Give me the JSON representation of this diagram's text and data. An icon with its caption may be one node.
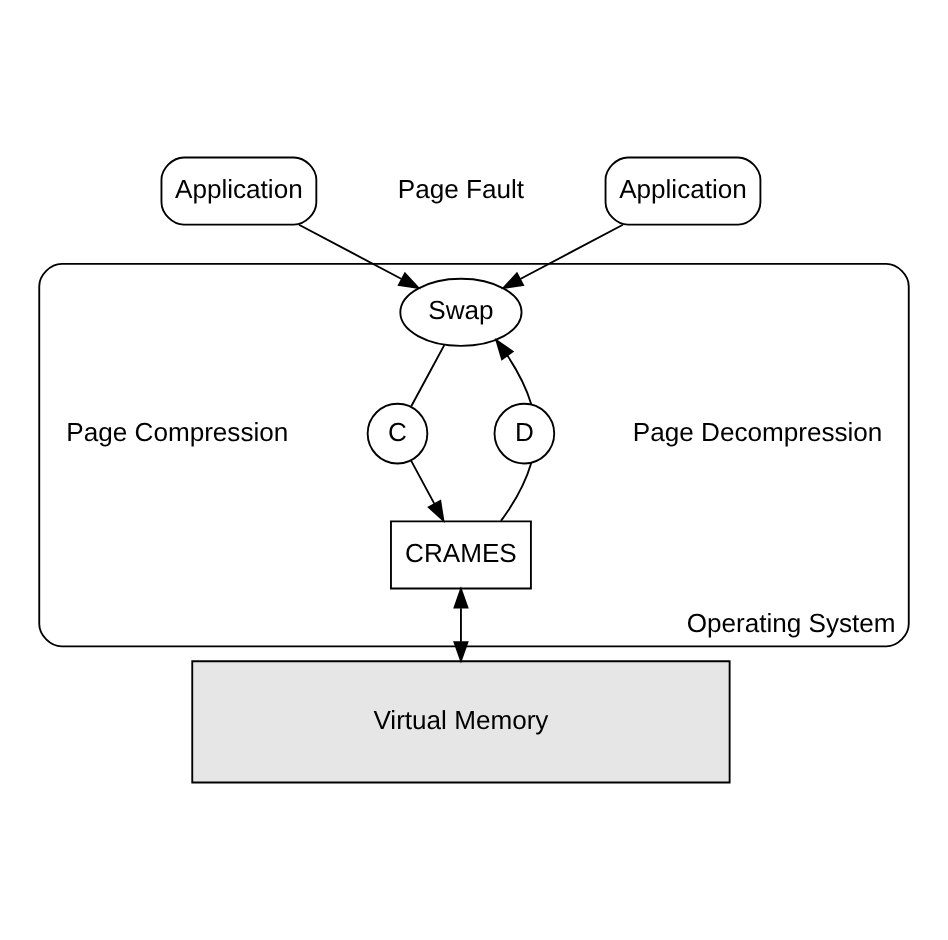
{
  "diagram": {
    "nodes": [
      {
        "text": [
          "Application"
        ]
      },
      {
        "text": [
          "Application"
        ]
      },
      {
        "text": [
          "Operating System"
        ]
      },
      {
        "text": [
          "Swap"
        ],
        "in": 2
      },
      {
        "text": [
          "C"
        ],
        "in": 2
      },
      {
        "text": [
          "D"
        ],
        "in": 2
      },
      {
        "text": [
          "CRAMES"
        ],
        "in": 2
      },
      {
        "text": [
          "Virtual Memory"
        ]
      }
    ],
    "edges": [
      {
        "from": 0,
        "to": 3,
        "arrow": "to"
      },
      {
        "from": 1,
        "to": 3,
        "arrow": "to"
      },
      {
        "from": 3,
        "to": 4,
        "arrow": "none"
      },
      {
        "from": 4,
        "to": 6,
        "arrow": "to"
      },
      {
        "from": 6,
        "to": 5,
        "arrow": "none"
      },
      {
        "from": 5,
        "to": 3,
        "arrow": "to"
      },
      {
        "from": 6,
        "to": 7,
        "arrow": "both"
      }
    ],
    "labels": [
      "Page Fault",
      "Page Compression",
      "Page Decompression"
    ]
  }
}
